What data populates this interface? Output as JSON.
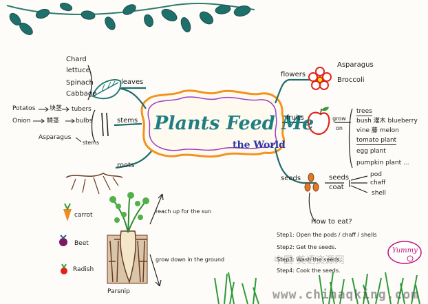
{
  "title": "Plants Feed Me",
  "subtitle": "the World",
  "branches": {
    "leaves": {
      "label": "leaves",
      "items": [
        "Chard",
        "lettuce",
        "Spinach",
        "Cabbage"
      ]
    },
    "stems": {
      "label": "stems",
      "tubers_label": "tubers",
      "bulbs_label": "bulbs",
      "stems_sub_label": "stems",
      "items": [
        {
          "name": "Potatos",
          "zh": "块茎"
        },
        {
          "name": "Onion",
          "zh": "鳞茎"
        },
        {
          "name": "Asparagus",
          "zh": ""
        }
      ]
    },
    "roots": {
      "label": "roots",
      "examples": [
        "carrot",
        "Beet",
        "Radish"
      ],
      "plant_label": "Parsnip",
      "up_text": "reach up for the sun",
      "down_text": "grow down in the ground"
    },
    "flowers": {
      "label": "flowers",
      "items": [
        "Asparagus",
        "Broccoli"
      ]
    },
    "fruits": {
      "label": "fruits",
      "grow_on": "grow on",
      "items": [
        "trees",
        "bush 灌木 blueberry",
        "vine 藤 melon",
        "tomato plant",
        "egg plant",
        "pumpkin plant ..."
      ]
    },
    "seeds": {
      "label": "seeds",
      "coat_label": "seeds coat",
      "coat_items": [
        "pod",
        "chaff",
        "shell"
      ],
      "how_to_eat": "How to eat?",
      "steps": [
        "Step1: Open the pods / chaff / shells",
        "Step2: Get the seeds.",
        "Step3: Wash the seeds.",
        "Step4: Cook the seeds."
      ]
    }
  },
  "yummy": "Yummy",
  "watermark": {
    "zh": "中国 英语资源网",
    "url": "www.chinaqking.com"
  },
  "colors": {
    "frame_outer": "#f29320",
    "frame_inner": "#9a3fbf",
    "title": "#1f7f80",
    "subtitle": "#2a37a8",
    "branch_line": "#1f6b6c",
    "flower": "#e2231a",
    "apple": "#e2231a",
    "leaf": "#1f7a74",
    "grass": "#2e9a3a",
    "soil": "#6b3a22"
  }
}
